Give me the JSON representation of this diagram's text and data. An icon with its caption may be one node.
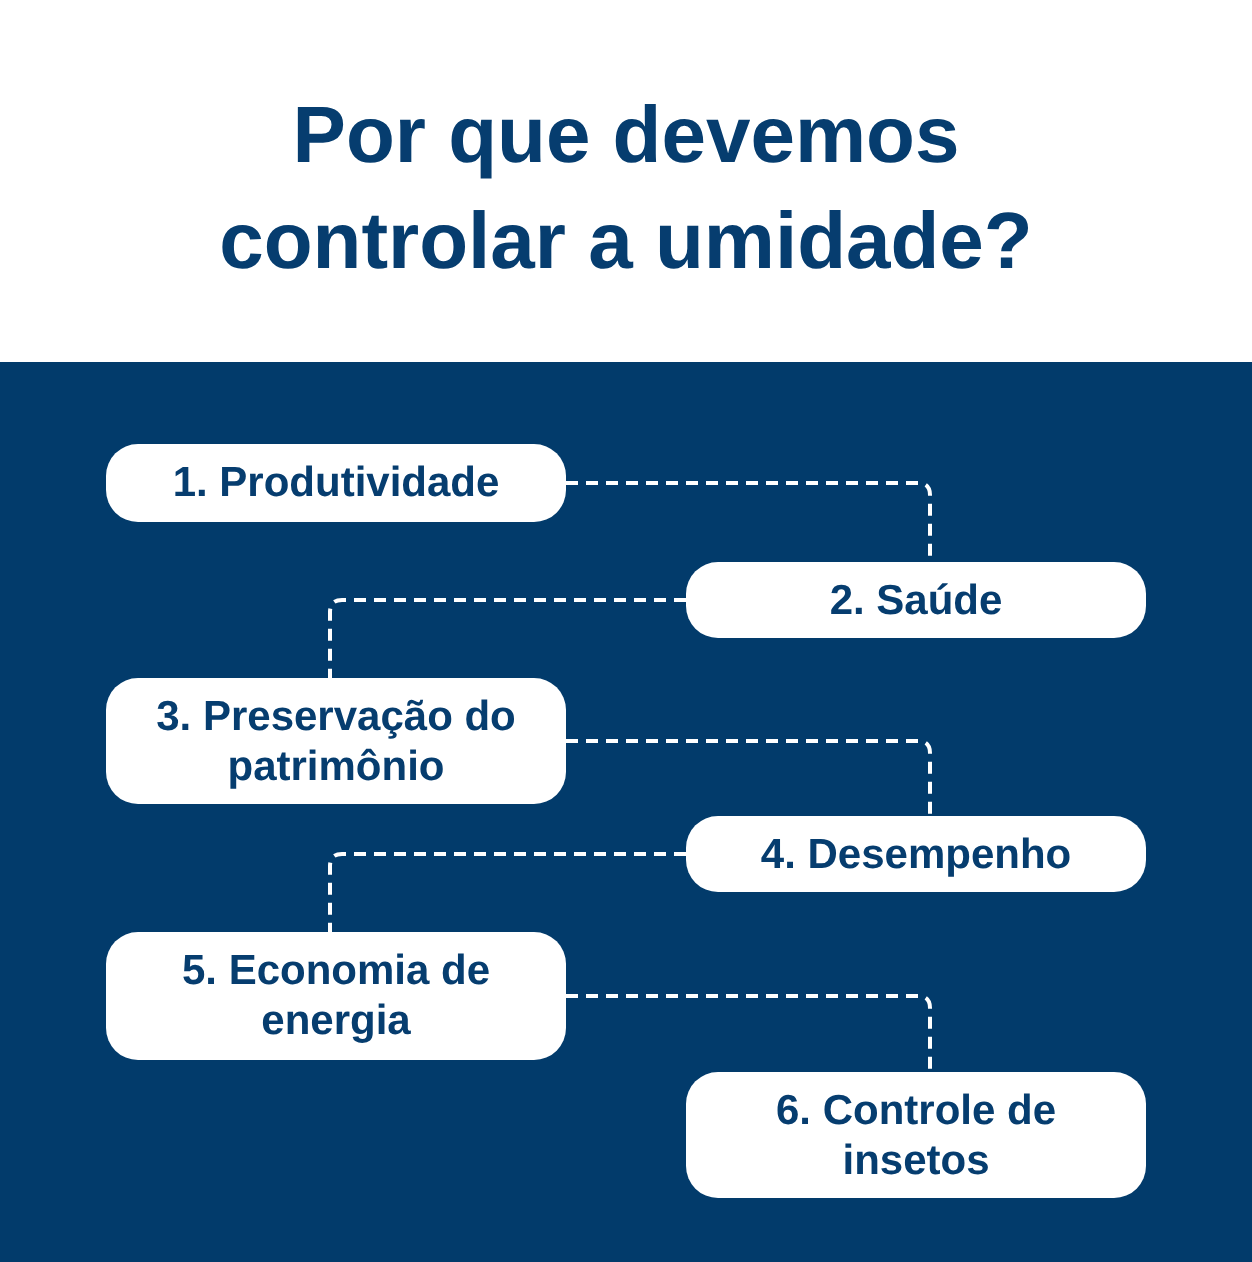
{
  "diagram": {
    "title": "Por que devemos controlar a umidade?",
    "nodes": [
      {
        "text": [
          "1. Produtividade"
        ]
      },
      {
        "text": [
          "2. Saúde"
        ]
      },
      {
        "text": [
          "3. Preservação do patrimônio"
        ]
      },
      {
        "text": [
          "4. Desempenho"
        ]
      },
      {
        "text": [
          "5. Economia de energia"
        ]
      },
      {
        "text": [
          "6. Controle de insetos"
        ]
      }
    ],
    "edges": [
      {
        "from": 0,
        "to": 1,
        "arrow": "none",
        "style": "dashed"
      },
      {
        "from": 1,
        "to": 2,
        "arrow": "none",
        "style": "dashed"
      },
      {
        "from": 2,
        "to": 3,
        "arrow": "none",
        "style": "dashed"
      },
      {
        "from": 3,
        "to": 4,
        "arrow": "none",
        "style": "dashed"
      },
      {
        "from": 4,
        "to": 5,
        "arrow": "none",
        "style": "dashed"
      }
    ]
  }
}
